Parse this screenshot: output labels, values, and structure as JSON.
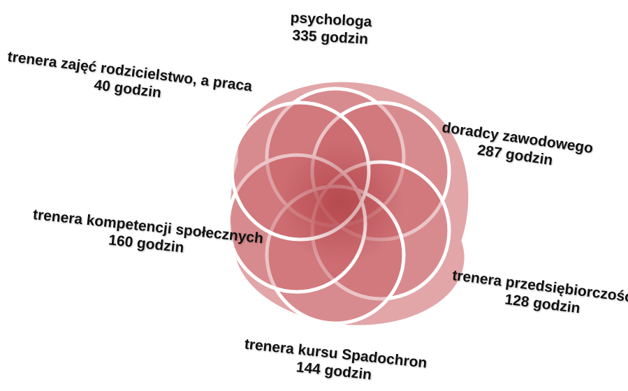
{
  "colors": {
    "petal_fill": "#d9898c",
    "petal_dark": "#b9474b",
    "petal_stroke": "#ffffff"
  },
  "nodes": [
    {
      "name": "psychologa",
      "hours": "335 godzin"
    },
    {
      "name": "doradcy zawodowego",
      "hours": "287 godzin"
    },
    {
      "name": "trenera przedsiębiorczości",
      "hours": "128 godzin"
    },
    {
      "name": "trenera kursu Spadochron",
      "hours": "144 godzin"
    },
    {
      "name": "trenera kompetencji społecznych",
      "hours": "160 godzin"
    },
    {
      "name": "trenera zajęć rodzicielstwo, a praca",
      "hours": "40 godzin"
    }
  ]
}
